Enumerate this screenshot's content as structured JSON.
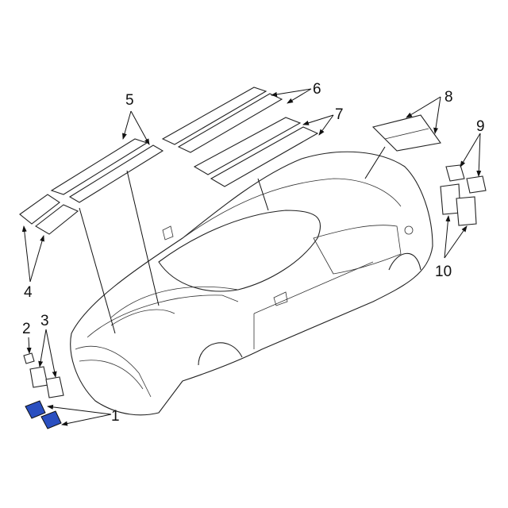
{
  "diagram": {
    "callouts": [
      "1",
      "2",
      "3",
      "4",
      "5",
      "6",
      "7",
      "8",
      "9",
      "10"
    ],
    "highlight_color": "#2a4fc0",
    "highlighted_part": "1"
  }
}
